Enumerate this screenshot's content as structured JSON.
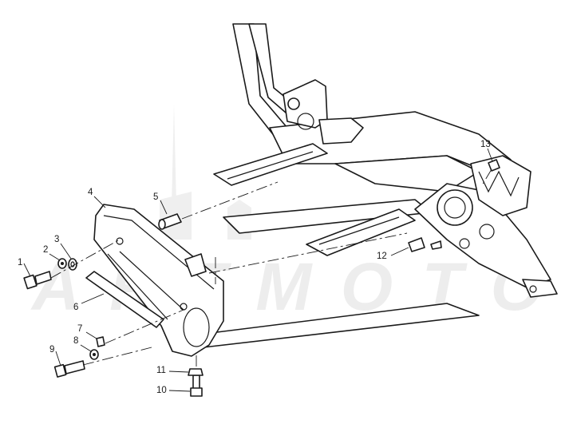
{
  "diagram": {
    "watermark_text": "ARTMOTO",
    "callouts": [
      {
        "id": "1",
        "label": "1"
      },
      {
        "id": "2",
        "label": "2"
      },
      {
        "id": "3",
        "label": "3"
      },
      {
        "id": "4",
        "label": "4"
      },
      {
        "id": "5",
        "label": "5"
      },
      {
        "id": "6",
        "label": "6"
      },
      {
        "id": "7",
        "label": "7"
      },
      {
        "id": "8",
        "label": "8"
      },
      {
        "id": "9",
        "label": "9"
      },
      {
        "id": "10",
        "label": "10"
      },
      {
        "id": "11",
        "label": "11"
      },
      {
        "id": "12",
        "label": "12"
      },
      {
        "id": "13",
        "label": "13"
      }
    ]
  }
}
